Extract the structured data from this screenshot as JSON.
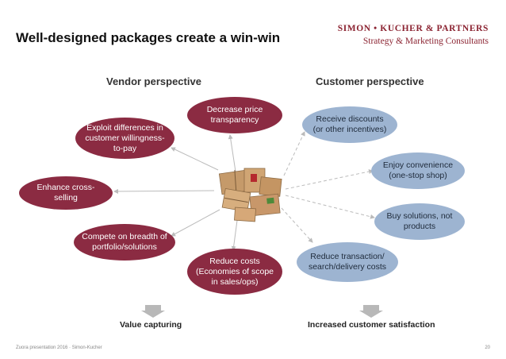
{
  "title": "Well-designed packages create a win-win",
  "logo": {
    "line1": "SIMON • KUCHER & PARTNERS",
    "line2": "Strategy & Marketing Consultants"
  },
  "vendor_perspective": "Vendor perspective",
  "customer_perspective": "Customer perspective",
  "vendor_items": [
    {
      "text": "Decrease price transparency"
    },
    {
      "text": "Exploit differences in customer willingness-to-pay"
    },
    {
      "text": "Enhance cross-selling"
    },
    {
      "text": "Compete on breadth of portfolio/solutions"
    },
    {
      "text": "Reduce costs (Economies of scope in sales/ops)"
    }
  ],
  "customer_items": [
    {
      "text": "Receive discounts (or other incentives)"
    },
    {
      "text": "Enjoy convenience (one-stop shop)"
    },
    {
      "text": "Buy solutions, not products"
    },
    {
      "text": "Reduce transaction/ search/delivery costs"
    }
  ],
  "value_capturing": "Value capturing",
  "increased_satisfaction": "Increased customer satisfaction",
  "footer": "Zuora presentation 2016 · Simon-Kucher",
  "page_number": "20",
  "colors": {
    "vendor": "#8b2b42",
    "customer": "#9db4d1",
    "brand": "#8b2331"
  }
}
